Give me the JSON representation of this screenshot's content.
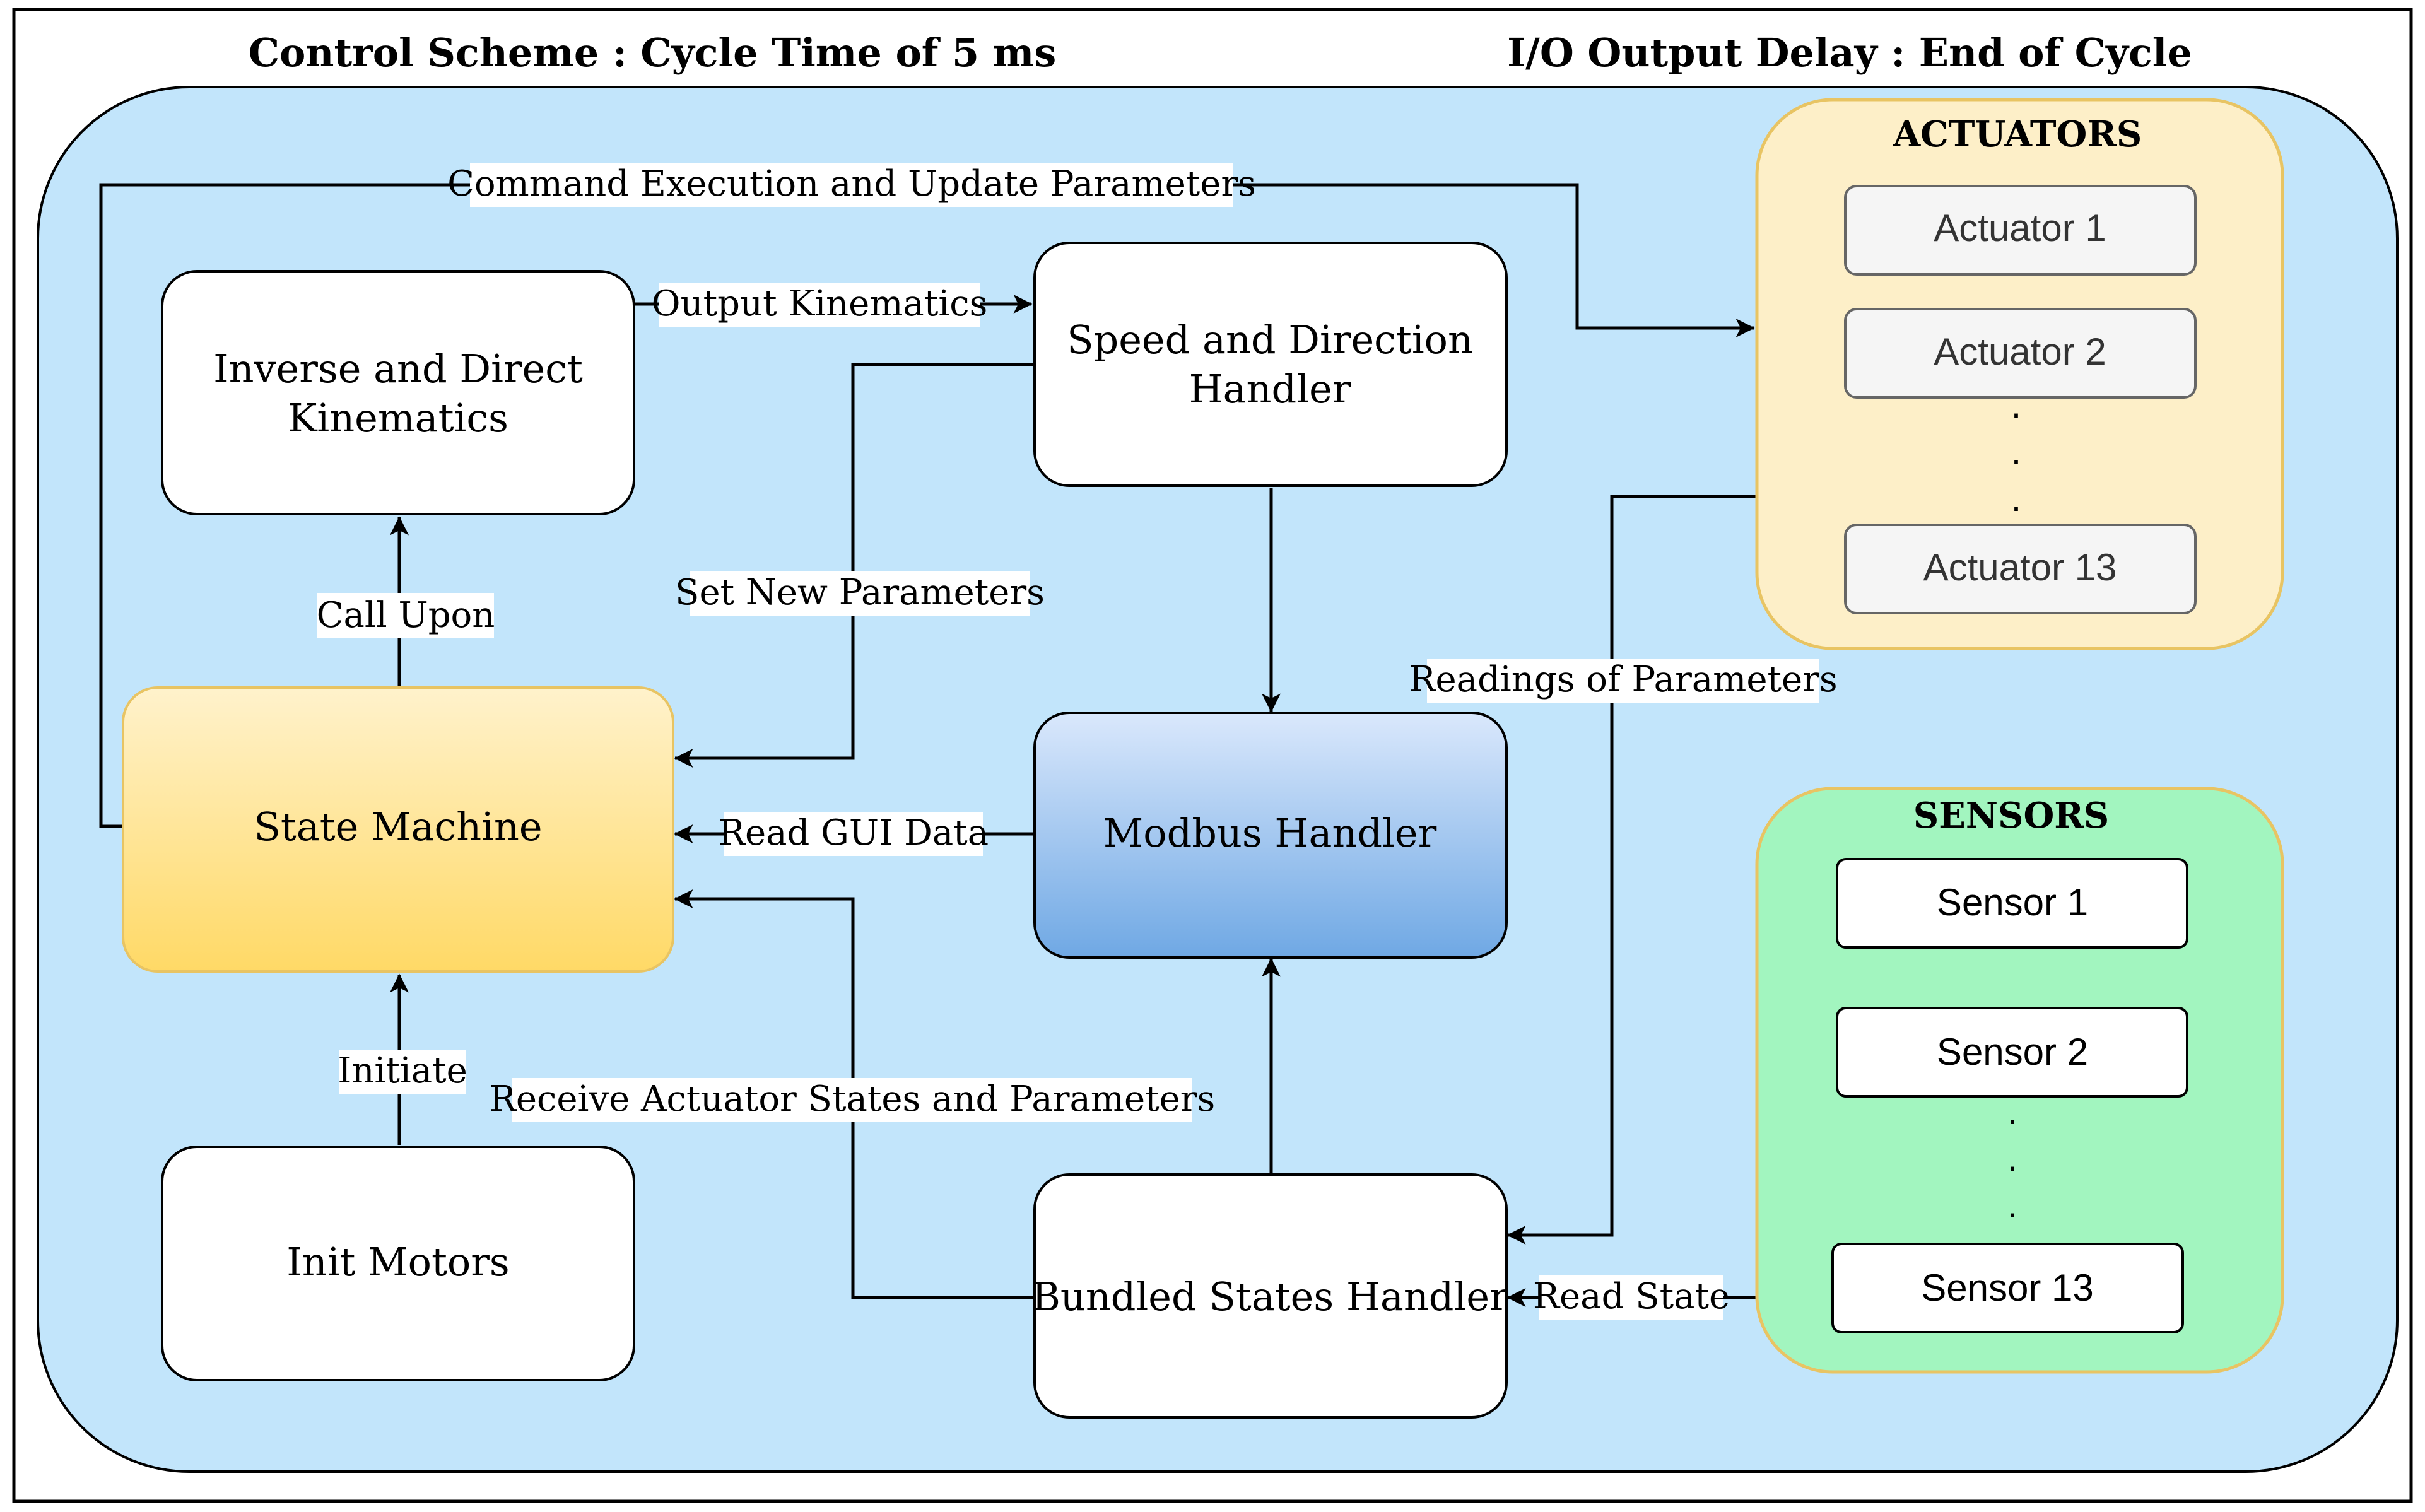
{
  "header": {
    "left": "Control Scheme : Cycle Time of 5 ms",
    "right": "I/O Output Delay : End of Cycle"
  },
  "nodes": {
    "kinematics": {
      "line1": "Inverse and Direct",
      "line2": "Kinematics"
    },
    "speed": {
      "line1": "Speed and Direction",
      "line2": "Handler"
    },
    "state_machine": "State Machine",
    "modbus": "Modbus Handler",
    "init_motors": "Init Motors",
    "bundled": "Bundled States Handler"
  },
  "actuators": {
    "title": "ACTUATORS",
    "items": [
      "Actuator 1",
      "Actuator 2",
      "Actuator 13"
    ],
    "ellipsis": "."
  },
  "sensors": {
    "title": "SENSORS",
    "items": [
      "Sensor 1",
      "Sensor 2",
      "Sensor 13"
    ],
    "ellipsis": "."
  },
  "edges": {
    "command_execution": "Command Execution and Update Parameters",
    "output_kinematics": "Output Kinematics",
    "call_upon": "Call Upon",
    "set_new_parameters": "Set New Parameters",
    "readings_of_parameters": "Readings of Parameters",
    "read_gui_data": "Read GUI Data",
    "initiate": "Initiate",
    "receive_actuator_states": "Receive Actuator States and Parameters",
    "read_state": "Read State"
  },
  "colors": {
    "background": "#c2e5fb",
    "actuators_fill": "#fdefc8",
    "actuators_stroke": "#e8c463",
    "sensors_fill": "#a2f5bf",
    "sensors_stroke": "#e8c463",
    "state_machine_top": "#fff2cc",
    "state_machine_bottom": "#ffd966",
    "modbus_top": "#dae8fc",
    "modbus_bottom": "#6fa8e4",
    "item_fill": "#f5f5f5",
    "line": "#000000"
  }
}
